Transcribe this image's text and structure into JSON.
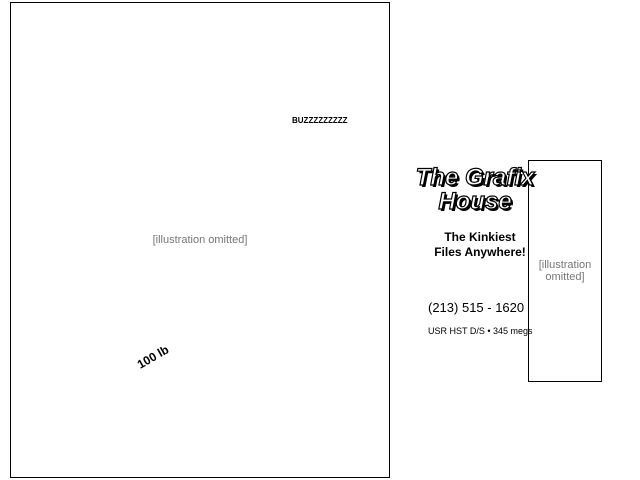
{
  "artwork": {
    "main_placeholder": "[illustration omitted]",
    "side_placeholder": "[illustration omitted]",
    "buzz_caption": "BUZZZZZZZZZ",
    "weight_label": "100 lb"
  },
  "ad": {
    "title_line1": "The Grafix",
    "title_line2": "House",
    "tagline_line1": "The Kinkiest",
    "tagline_line2": "Files Anywhere!",
    "phone": "(213) 515 - 1620",
    "modem_info": "USR HST D/S • 345 megs"
  }
}
